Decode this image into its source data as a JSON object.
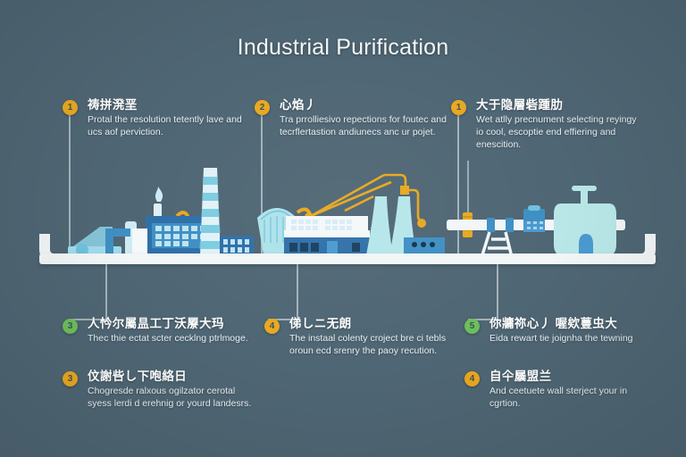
{
  "header": {
    "title": "Industrial Purification"
  },
  "palette": {
    "background": "#4f6674",
    "pipeline": "#f2f6f7",
    "badge_amber": "#e9a81f",
    "badge_green": "#6cbe5c",
    "building_blue": "#2e6ca4",
    "tank_mint": "#b9e7e8",
    "accent_orange": "#e8a81e",
    "text_primary": "#ffffff"
  },
  "steps": [
    {
      "number": "1",
      "badge_color": "amber",
      "heading": "祷拼溌垩",
      "description": "Protal the resolution tetently lave and ucs aof perviction."
    },
    {
      "number": "2",
      "badge_color": "amber",
      "heading": "心焰丿",
      "description": "Tra prrolliesivo repections for foutec and tecrflertastion andiunecs anc ur pojet."
    },
    {
      "number": "1",
      "badge_color": "amber",
      "heading": "大于隐層砦踵肋",
      "description": "Wet atlly precnument selecting reyingy io cool, escoptie end effiering and enescition."
    },
    {
      "number": "3",
      "badge_color": "green",
      "heading": "人忴尔屬昷工丁沃屪大玛",
      "description": "Thec thie ectat scter cecklng ptrlmoge."
    },
    {
      "number": "3",
      "badge_color": "amber",
      "heading": "伩謝呰し下咆絡日",
      "description": "Chogresde ralxous ogilzator cerotal syess lerdi d erehnig or yourd landesrs."
    },
    {
      "number": "4",
      "badge_color": "amber",
      "heading": "俤しニ无朗",
      "description": "The instaal colenty croject bre ci tebls oroun ecd srenry the paoy recution."
    },
    {
      "number": "5",
      "badge_color": "green",
      "heading": "你牅祢心丿 喔欸蘴虫大",
      "description": "Eida rewart tie joignha the tewning"
    },
    {
      "number": "4",
      "badge_color": "amber",
      "heading": "自仐屫盟兰",
      "description": "And ceetuete wall sterject your in cgrtion."
    }
  ],
  "illustration": {
    "left_scene": "industrial-plant-with-smokestack",
    "middle_scene": "factory-building-with-cooling-towers",
    "right_scene": "storage-tank-and-pipeline"
  }
}
